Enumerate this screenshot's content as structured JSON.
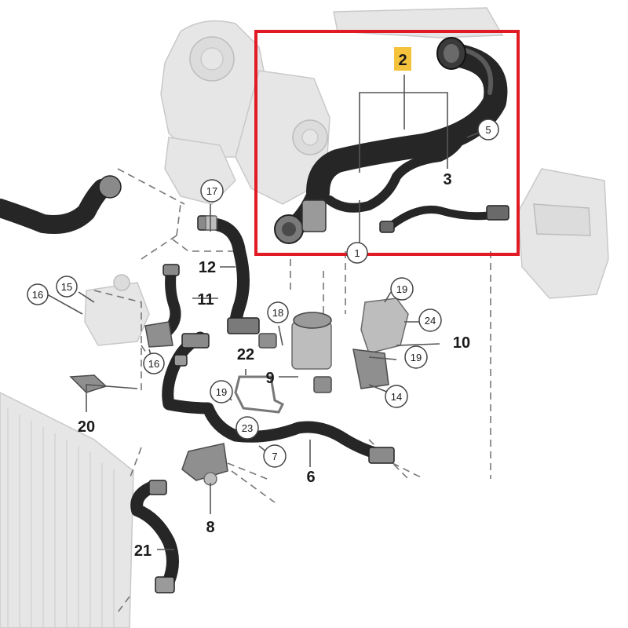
{
  "highlight": {
    "color": "#e01b24",
    "label_bg": "#f5c33b",
    "label": "2"
  },
  "labels": {
    "l1": "1",
    "l2": "2",
    "l3": "3",
    "l5": "5",
    "l6": "6",
    "l7": "7",
    "l8": "8",
    "l9": "9",
    "l10": "10",
    "l11": "11",
    "l12": "12",
    "l14": "14",
    "l15": "15",
    "l16a": "16",
    "l16b": "16",
    "l17": "17",
    "l18": "18",
    "l19a": "19",
    "l19b": "19",
    "l19c": "19",
    "l20": "20",
    "l21": "21",
    "l22": "22",
    "l23": "23",
    "l24": "24"
  }
}
